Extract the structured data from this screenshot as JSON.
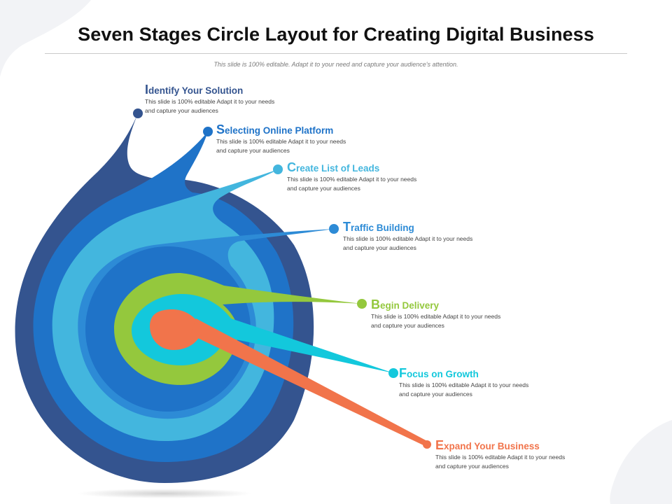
{
  "title": "Seven Stages Circle Layout for Creating Digital Business",
  "subtitle": "This slide is 100% editable. Adapt it to your need and capture your audience's attention.",
  "colors": {
    "navy": "#34548f",
    "blue": "#1f73c8",
    "mid_blue": "#2d8bd6",
    "sky": "#43b6de",
    "green": "#94c83d",
    "cyan": "#13c8dc",
    "orange": "#f1744b",
    "title_text": "#111111"
  },
  "stages": [
    {
      "first": "I",
      "rest": "dentify Your Solution",
      "desc": "This slide is 100% editable Adapt it to your needs and capture your audiences",
      "color": "#34548f"
    },
    {
      "first": "S",
      "rest": "electing Online Platform",
      "desc": "This slide is 100% editable Adapt it to your needs and capture your audiences",
      "color": "#1f73c8"
    },
    {
      "first": "C",
      "rest": "reate List of Leads",
      "desc": "This slide is 100% editable Adapt it to your needs and capture your audiences",
      "color": "#43b6de"
    },
    {
      "first": "T",
      "rest": "raffic Building",
      "desc": "This slide is 100% editable Adapt it to your needs and capture your audiences",
      "color": "#2d8bd6"
    },
    {
      "first": "B",
      "rest": "egin Delivery",
      "desc": "This slide is 100% editable Adapt it to your needs and capture your audiences",
      "color": "#94c83d"
    },
    {
      "first": "F",
      "rest": "ocus on Growth",
      "desc": "This slide is 100% editable Adapt it to your needs and capture your audiences",
      "color": "#13c8dc"
    },
    {
      "first": "E",
      "rest": "xpand Your Business",
      "desc": "This slide is 100% editable Adapt it to your needs and capture your audiences",
      "color": "#f1744b"
    }
  ]
}
